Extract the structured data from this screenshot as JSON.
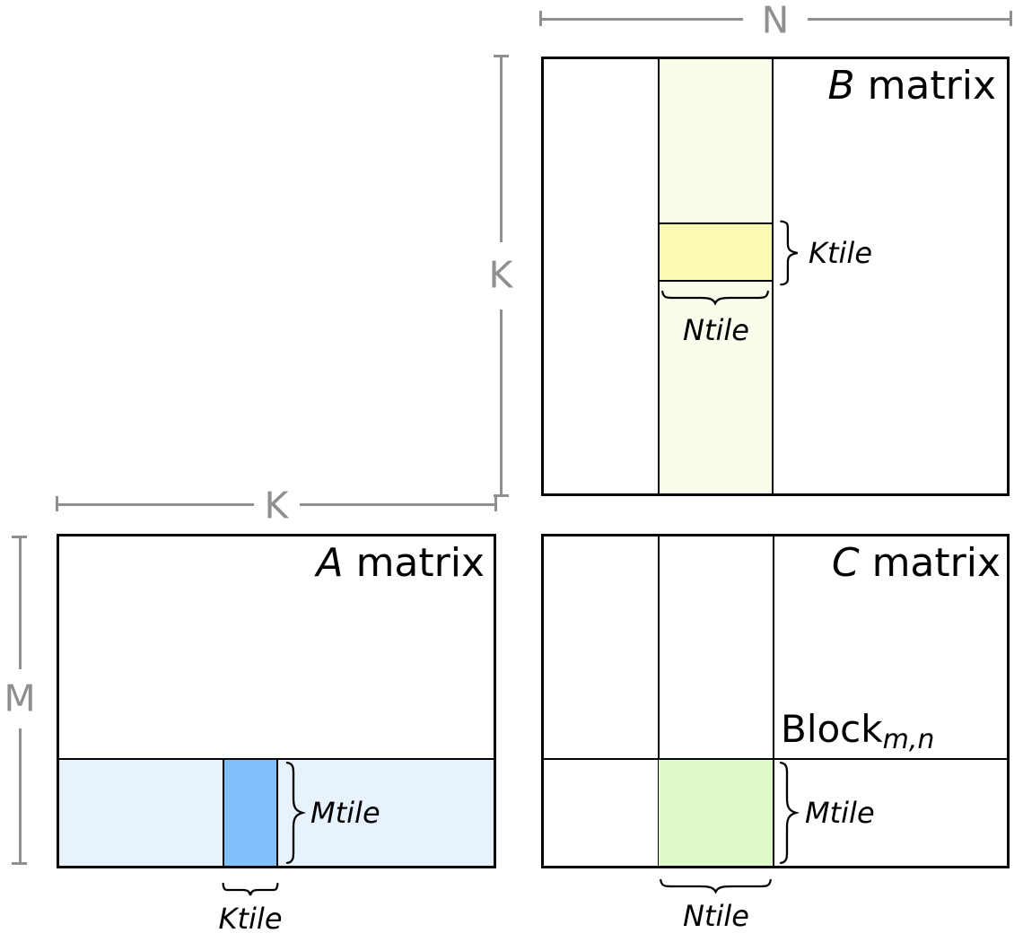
{
  "colors": {
    "line-gray": "#8F8F8F",
    "border-black": "#000000",
    "strip-ivory": "#FCFCEC",
    "tile-yellow": "#FAFAB4",
    "strip-lightblue": "#E7F2FD",
    "tile-blue": "#80C0FB",
    "tile-green": "#E0FBC8"
  },
  "dimensions": {
    "n": "N",
    "k_beside_b": "K",
    "k_above_a": "K",
    "m": "M"
  },
  "b_matrix": {
    "title_letter": "B",
    "title_rest": " matrix",
    "ktile_label": "Ktile",
    "ntile_label": "Ntile"
  },
  "a_matrix": {
    "title_letter": "A",
    "title_rest": " matrix",
    "mtile_label": "Mtile",
    "ktile_label": "Ktile"
  },
  "c_matrix": {
    "title_letter": "C",
    "title_rest": " matrix",
    "block_label": "Block",
    "block_subscript": "m,n",
    "mtile_label": "Mtile",
    "ntile_label": "Ntile"
  }
}
